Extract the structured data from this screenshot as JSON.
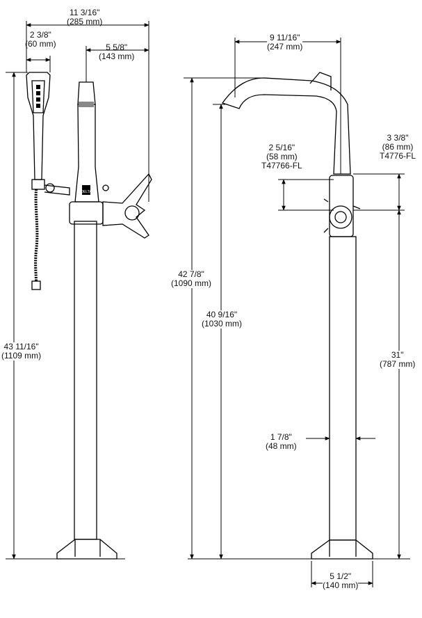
{
  "dimensions": {
    "overall_width": {
      "imperial": "11 3/16\"",
      "metric": "(285 mm)"
    },
    "hand_shower_width": {
      "imperial": "2 3/8\"",
      "metric": "(60 mm)"
    },
    "handle_reach": {
      "imperial": "5 5/8\"",
      "metric": "(143 mm)"
    },
    "left_height": {
      "imperial": "43 11/16\"",
      "metric": "(1109 mm)"
    },
    "spout_reach": {
      "imperial": "9 11/16\"",
      "metric": "(247 mm)"
    },
    "overall_height": {
      "imperial": "42 7/8\"",
      "metric": "(1090 mm)"
    },
    "spout_height": {
      "imperial": "40 9/16\"",
      "metric": "(1030 mm)"
    },
    "handle_height": {
      "imperial": "2 5/16\"",
      "metric": "(58 mm)",
      "model": "T47766-FL"
    },
    "valve_height": {
      "imperial": "3 3/8\"",
      "metric": "(86 mm)",
      "model": "T4776-FL"
    },
    "riser_height": {
      "imperial": "31\"",
      "metric": "(787 mm)"
    },
    "riser_diameter": {
      "imperial": "1 7/8\"",
      "metric": "(48 mm)"
    },
    "base_width": {
      "imperial": "5 1/2\"",
      "metric": "(140 mm)"
    }
  },
  "brand_mark": "DELTA"
}
